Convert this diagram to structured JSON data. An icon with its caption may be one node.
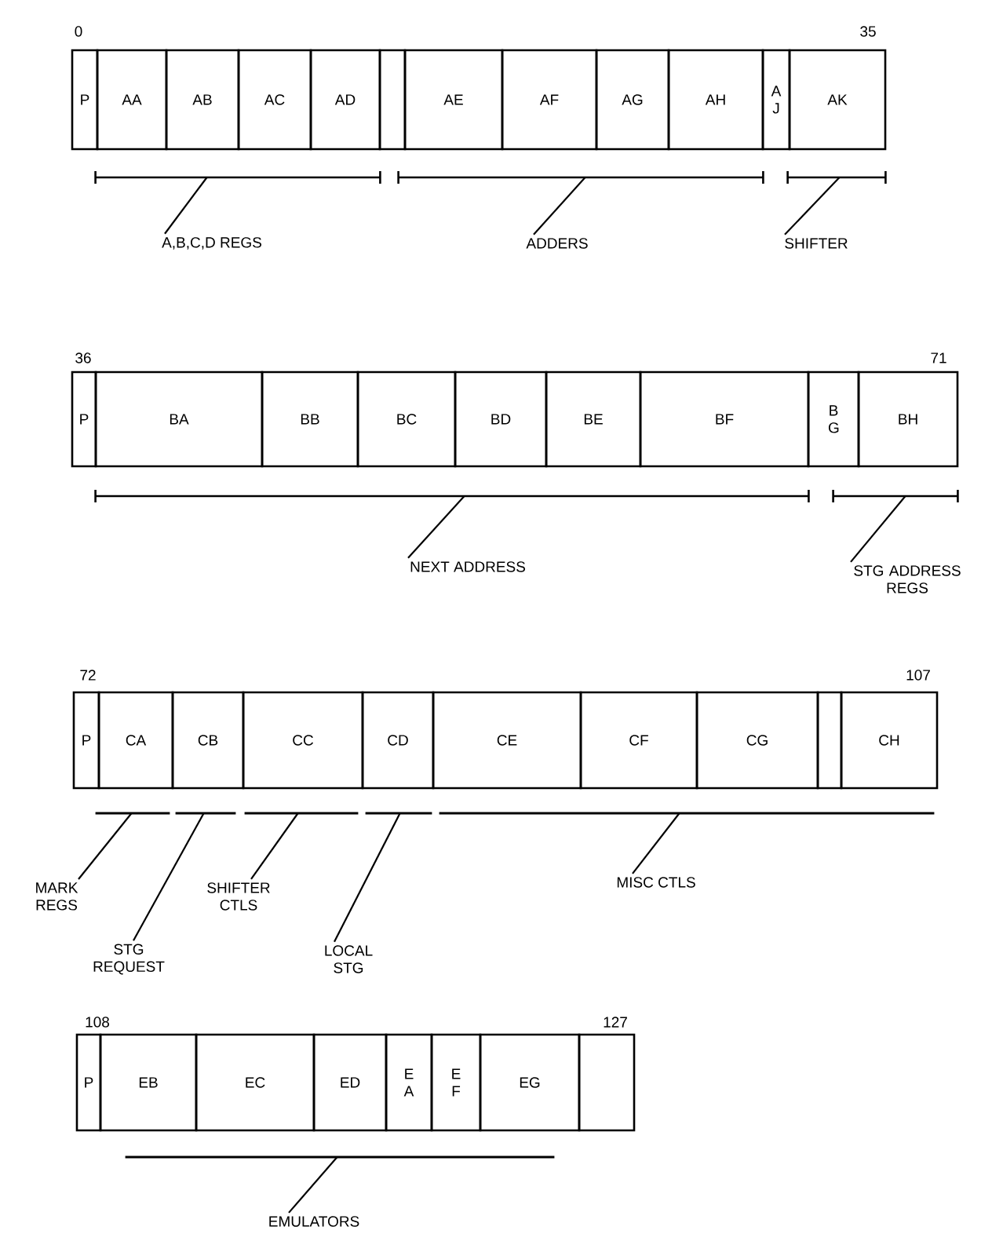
{
  "diagram": {
    "nodes": [
      {
        "text": [
          "P"
        ]
      },
      {
        "text": [
          "AA"
        ]
      },
      {
        "text": [
          "AB"
        ]
      },
      {
        "text": [
          "AC"
        ]
      },
      {
        "text": [
          "AD"
        ]
      },
      {
        "text": [],
        "shape": "box"
      },
      {
        "text": [
          "AE"
        ]
      },
      {
        "text": [
          "AF"
        ]
      },
      {
        "text": [
          "AG"
        ]
      },
      {
        "text": [
          "AH"
        ]
      },
      {
        "text": [
          "A J"
        ]
      },
      {
        "text": [
          "AK"
        ]
      },
      {
        "text": [],
        "shape": "bracket"
      },
      {
        "text": [],
        "shape": "bracket"
      },
      {
        "text": [],
        "shape": "bracket"
      },
      {
        "text": [
          "A,B,C,D REGS"
        ]
      },
      {
        "text": [
          "ADDERS"
        ]
      },
      {
        "text": [
          "SHIFTER"
        ]
      },
      {
        "text": [
          "P"
        ]
      },
      {
        "text": [
          "BA"
        ]
      },
      {
        "text": [
          "BB"
        ]
      },
      {
        "text": [
          "BC"
        ]
      },
      {
        "text": [
          "BD"
        ]
      },
      {
        "text": [
          "BE"
        ]
      },
      {
        "text": [
          "BF"
        ]
      },
      {
        "text": [
          "B G"
        ]
      },
      {
        "text": [
          "BH"
        ]
      },
      {
        "text": [],
        "shape": "bracket"
      },
      {
        "text": [],
        "shape": "bracket"
      },
      {
        "text": [
          "NEXT ADDRESS"
        ]
      },
      {
        "text": [
          "STG ADDRESS REGS"
        ]
      },
      {
        "text": [
          "P"
        ]
      },
      {
        "text": [
          "CA"
        ]
      },
      {
        "text": [
          "CB"
        ]
      },
      {
        "text": [
          "CC"
        ]
      },
      {
        "text": [
          "CD"
        ]
      },
      {
        "text": [
          "CE"
        ]
      },
      {
        "text": [
          "CF"
        ]
      },
      {
        "text": [
          "CG"
        ]
      },
      {
        "text": [],
        "shape": "box"
      },
      {
        "text": [
          "CH"
        ]
      },
      {
        "text": [],
        "shape": "bar"
      },
      {
        "text": [],
        "shape": "bar"
      },
      {
        "text": [],
        "shape": "bar"
      },
      {
        "text": [],
        "shape": "bar"
      },
      {
        "text": [],
        "shape": "bar"
      },
      {
        "text": [
          "MARK REGS"
        ]
      },
      {
        "text": [
          "STG REQUEST"
        ]
      },
      {
        "text": [
          "SHIFTER CTLS"
        ]
      },
      {
        "text": [
          "LOCAL STG"
        ]
      },
      {
        "text": [
          "MISC CTLS"
        ]
      },
      {
        "text": [
          "P"
        ]
      },
      {
        "text": [
          "EB"
        ]
      },
      {
        "text": [
          "EC"
        ]
      },
      {
        "text": [
          "ED"
        ]
      },
      {
        "text": [
          "E A"
        ]
      },
      {
        "text": [
          "E F"
        ]
      },
      {
        "text": [
          "EG"
        ]
      },
      {
        "text": [],
        "shape": "box"
      },
      {
        "text": [],
        "shape": "bar"
      },
      {
        "text": [
          "EMULATORS"
        ]
      }
    ],
    "edges": [
      {
        "from": 15,
        "to": 12,
        "arrow": "none"
      },
      {
        "from": 16,
        "to": 13,
        "arrow": "none"
      },
      {
        "from": 17,
        "to": 14,
        "arrow": "none"
      },
      {
        "from": 29,
        "to": 27,
        "arrow": "none"
      },
      {
        "from": 30,
        "to": 28,
        "arrow": "none"
      },
      {
        "from": 46,
        "to": 41,
        "arrow": "none"
      },
      {
        "from": 47,
        "to": 42,
        "arrow": "none"
      },
      {
        "from": 48,
        "to": 43,
        "arrow": "none"
      },
      {
        "from": 49,
        "to": 44,
        "arrow": "none"
      },
      {
        "from": 50,
        "to": 45,
        "arrow": "none"
      },
      {
        "from": 60,
        "to": 59,
        "arrow": "none"
      }
    ],
    "labels": [
      "0",
      "35",
      "36",
      "71",
      "72",
      "107",
      "108",
      "127"
    ]
  }
}
